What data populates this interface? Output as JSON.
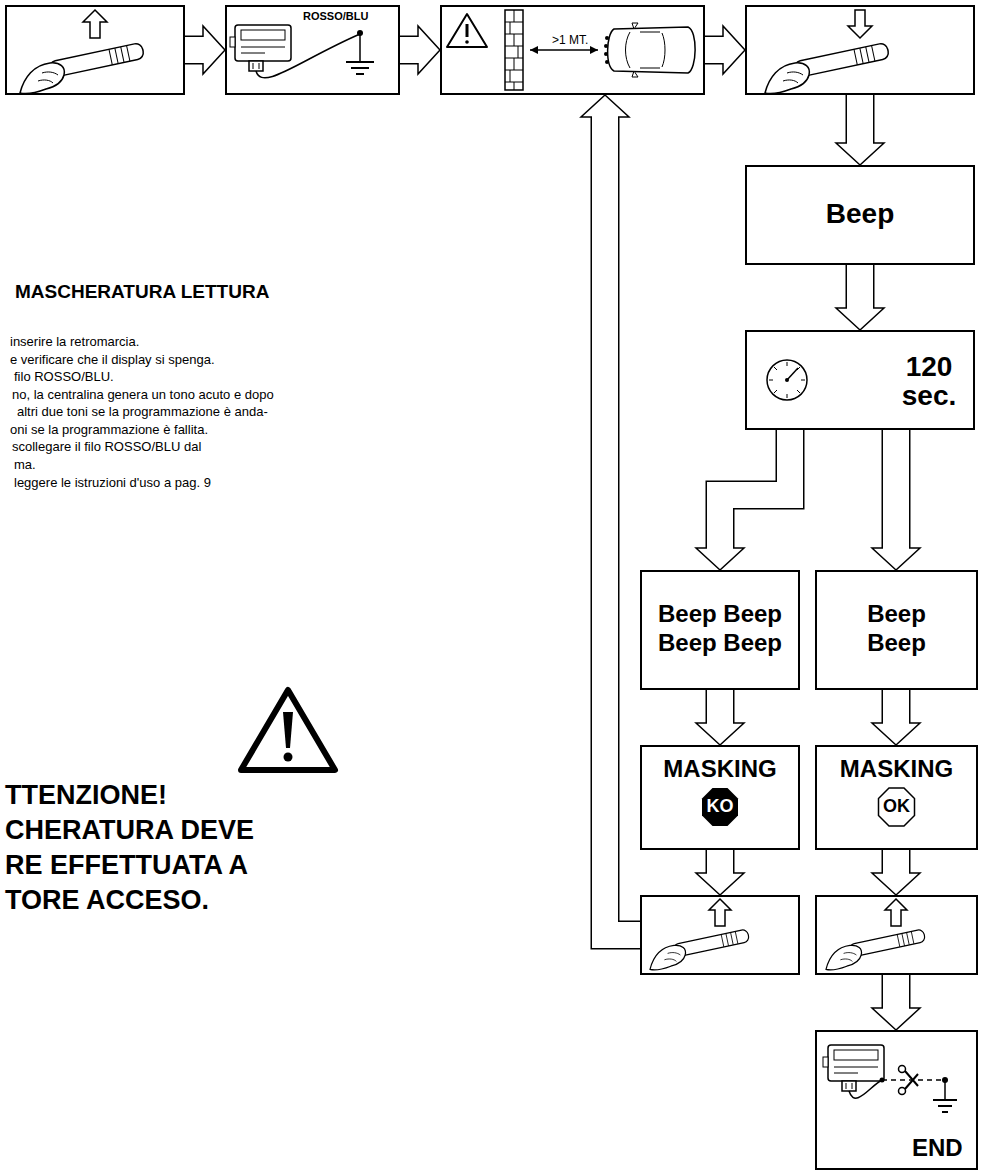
{
  "diagram": {
    "title": "MASCHERATURA LETTURA",
    "nodes": [
      {
        "text": []
      },
      {
        "text": [
          "ROSSO/BLU"
        ]
      },
      {
        "text": [
          ">1 MT."
        ]
      },
      {
        "text": []
      },
      {
        "text": [
          "Beep"
        ]
      },
      {
        "text": [
          "120 sec."
        ]
      },
      {
        "text": [
          "Beep Beep Beep Beep"
        ]
      },
      {
        "text": [
          "Beep Beep"
        ]
      },
      {
        "text": [
          "MASKING",
          "KO"
        ]
      },
      {
        "text": [
          "MASKING",
          "OK"
        ]
      },
      {
        "text": []
      },
      {
        "text": []
      },
      {
        "text": [
          "END"
        ]
      }
    ],
    "edges": [
      {
        "from": 0,
        "to": 1,
        "arrow": "to"
      },
      {
        "from": 1,
        "to": 2,
        "arrow": "to"
      },
      {
        "from": 2,
        "to": 3,
        "arrow": "to"
      },
      {
        "from": 3,
        "to": 4,
        "arrow": "to"
      },
      {
        "from": 4,
        "to": 5,
        "arrow": "to"
      },
      {
        "from": 5,
        "to": 6,
        "arrow": "to"
      },
      {
        "from": 5,
        "to": 7,
        "arrow": "to"
      },
      {
        "from": 6,
        "to": 8,
        "arrow": "to"
      },
      {
        "from": 7,
        "to": 9,
        "arrow": "to"
      },
      {
        "from": 8,
        "to": 10,
        "arrow": "to"
      },
      {
        "from": 9,
        "to": 11,
        "arrow": "to"
      },
      {
        "from": 10,
        "to": 2,
        "arrow": "to"
      },
      {
        "from": 11,
        "to": 12,
        "arrow": "to"
      }
    ],
    "labels": [
      "inserire la retromarcia.",
      "e verificare che il display si spenga.",
      "filo ROSSO/BLU.",
      "no, la centralina genera un tono acuto e dopo",
      "altri due toni se la programmazione è anda-",
      "oni se la programmazione è fallita.",
      "scollegare il filo ROSSO/BLU dal",
      "ma.",
      "leggere le istruzioni d'uso a pag. 9",
      "TTENZIONE!",
      "CHERATURA DEVE",
      "RE EFFETTUATA A",
      "TORE ACCESO."
    ]
  }
}
